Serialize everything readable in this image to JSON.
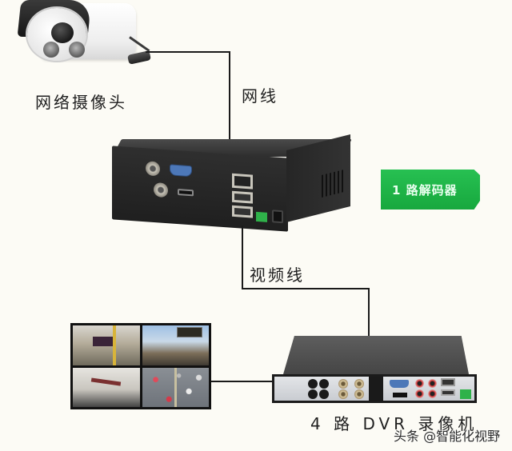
{
  "diagram": {
    "title": "1路解码器 connection diagram",
    "background_color": "#fcfbf5",
    "line_color": "#1a1a1a",
    "nodes": [
      {
        "id": "camera",
        "label": "网络摄像头",
        "icon": "ip-bullet-camera-icon"
      },
      {
        "id": "decoder",
        "label": "1路解码器",
        "icon": "decoder-box-icon",
        "badge_color": "#1fb447"
      },
      {
        "id": "monitor",
        "label": "",
        "icon": "monitor-quad-view-icon",
        "feeds": [
          "bus-interior",
          "city-street",
          "bus-ceiling",
          "traffic"
        ]
      },
      {
        "id": "dvr",
        "label": "4 路 DVR 录像机",
        "icon": "dvr-recorder-icon"
      }
    ],
    "edges": [
      {
        "from": "camera",
        "to": "decoder",
        "label": "网线"
      },
      {
        "from": "decoder",
        "to": "dvr",
        "label": "视频线"
      },
      {
        "from": "dvr",
        "to": "monitor",
        "label": ""
      }
    ]
  },
  "labels": {
    "camera": "网络摄像头",
    "network_cable": "网线",
    "decoder_badge": "1 路解码器",
    "video_cable": "视频线",
    "dvr": "4 路 DVR 录像机"
  },
  "watermark": "头条 @智能化视野"
}
